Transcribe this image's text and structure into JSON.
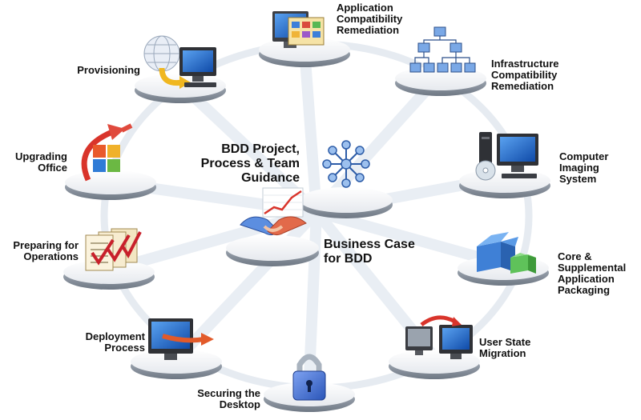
{
  "diagram": {
    "center": {
      "title_lines": [
        "BDD Project,",
        "Process & Team",
        "Guidance"
      ],
      "business_lines": [
        "Business Case",
        "for BDD"
      ]
    },
    "nodes": {
      "app_compat": {
        "lines": [
          "Application",
          "Compatibility",
          "Remediation"
        ],
        "icon": "application-windows-icon"
      },
      "infra_compat": {
        "lines": [
          "Infrastructure",
          "Compatibility",
          "Remediation"
        ],
        "icon": "org-chart-icon"
      },
      "computer_imaging": {
        "lines": [
          "Computer",
          "Imaging",
          "System"
        ],
        "icon": "computer-cd-icon"
      },
      "core_packaging": {
        "lines": [
          "Core &",
          "Supplemental",
          "Application",
          "Packaging"
        ],
        "icon": "boxes-icon"
      },
      "user_state": {
        "lines": [
          "User State",
          "Migration"
        ],
        "icon": "two-monitors-arrow-icon"
      },
      "securing_desktop": {
        "lines": [
          "Securing the",
          "Desktop"
        ],
        "icon": "padlock-icon"
      },
      "deployment_process": {
        "lines": [
          "Deployment",
          "Process"
        ],
        "icon": "monitor-arrow-icon"
      },
      "preparing_ops": {
        "lines": [
          "Preparing for",
          "Operations"
        ],
        "icon": "checklist-icon"
      },
      "upgrading_office": {
        "lines": [
          "Upgrading",
          "Office"
        ],
        "icon": "office-logo-icon"
      },
      "provisioning": {
        "lines": [
          "Provisioning"
        ],
        "icon": "globe-computer-icon"
      }
    },
    "colors": {
      "ring": "#e3e9f0",
      "platform_top": "#f7f8fa",
      "platform_edge": "#8d96a3",
      "monitor_blue": "#1f66c9",
      "arrow_red": "#d9342b",
      "lock_blue": "#3f6fd6",
      "box_blue": "#4b8fe0",
      "box_green": "#5fc25a"
    }
  }
}
